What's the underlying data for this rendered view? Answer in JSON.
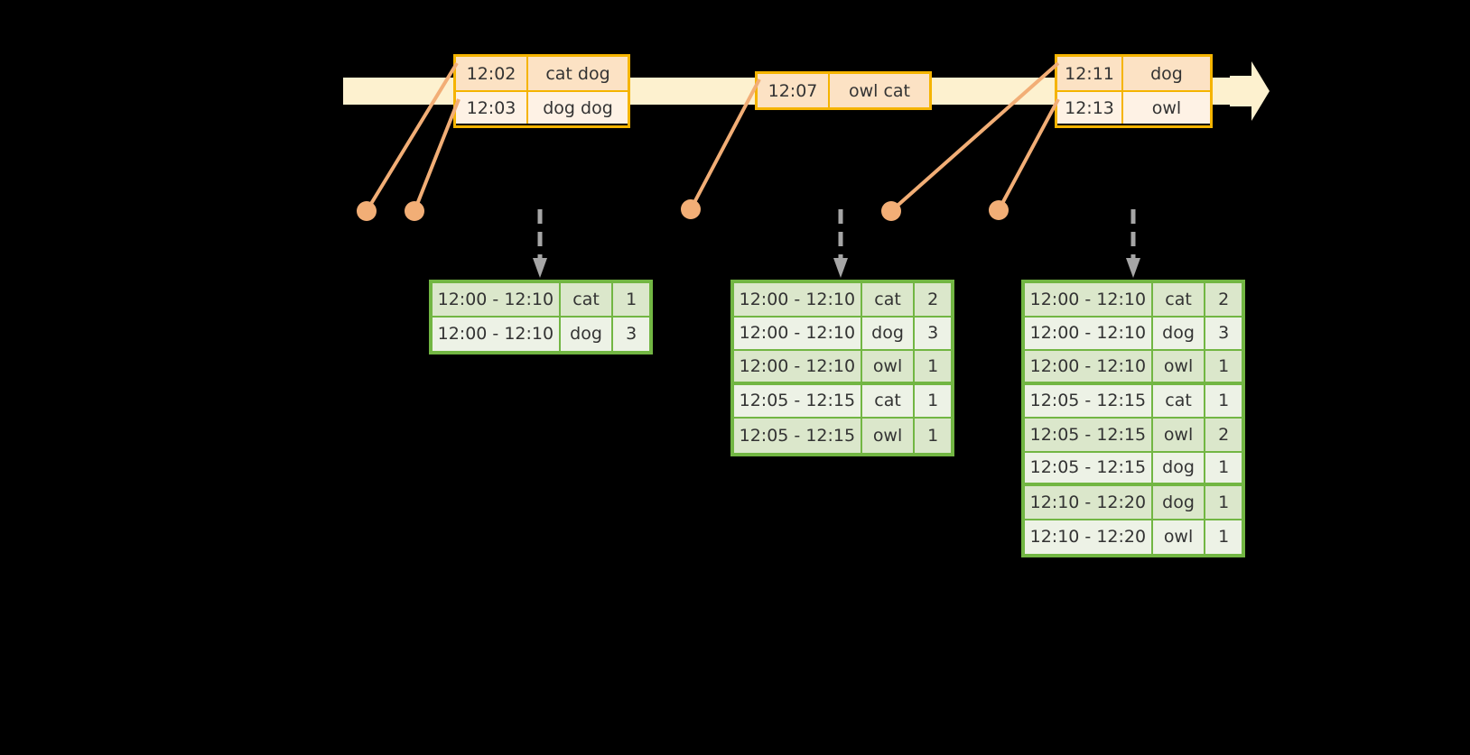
{
  "colors": {
    "background": "#000000",
    "timeline_fill": "#FDF1CF",
    "event_border": "#F5B400",
    "event_fill_dark": "#FCE2C4",
    "event_fill_light": "#FEF2E5",
    "connector": "#F2AE76",
    "table_border": "#72B643",
    "table_fill_dark": "#DBE7CB",
    "table_fill_light": "#EDF2E6",
    "arrow_gray": "#A6A6A6"
  },
  "timeline": {
    "name": "event-stream-timeline",
    "events": [
      {
        "group": 1,
        "rows": [
          {
            "time": "12:02",
            "words": "cat dog"
          },
          {
            "time": "12:03",
            "words": "dog dog"
          }
        ]
      },
      {
        "group": 2,
        "rows": [
          {
            "time": "12:07",
            "words": "owl cat"
          }
        ]
      },
      {
        "group": 3,
        "rows": [
          {
            "time": "12:11",
            "words": "dog"
          },
          {
            "time": "12:13",
            "words": "owl"
          }
        ]
      }
    ]
  },
  "results": [
    {
      "id": "result-table-1",
      "rows": [
        {
          "window": "12:00 - 12:10",
          "key": "cat",
          "count": "1"
        },
        {
          "window": "12:00 - 12:10",
          "key": "dog",
          "count": "3"
        }
      ]
    },
    {
      "id": "result-table-2",
      "rows": [
        {
          "window": "12:00 - 12:10",
          "key": "cat",
          "count": "2"
        },
        {
          "window": "12:00 - 12:10",
          "key": "dog",
          "count": "3"
        },
        {
          "window": "12:00 - 12:10",
          "key": "owl",
          "count": "1"
        },
        {
          "window": "12:05 - 12:15",
          "key": "cat",
          "count": "1"
        },
        {
          "window": "12:05 - 12:15",
          "key": "owl",
          "count": "1"
        }
      ]
    },
    {
      "id": "result-table-3",
      "rows": [
        {
          "window": "12:00 - 12:10",
          "key": "cat",
          "count": "2"
        },
        {
          "window": "12:00 - 12:10",
          "key": "dog",
          "count": "3"
        },
        {
          "window": "12:00 - 12:10",
          "key": "owl",
          "count": "1"
        },
        {
          "window": "12:05 - 12:15",
          "key": "cat",
          "count": "1"
        },
        {
          "window": "12:05 - 12:15",
          "key": "owl",
          "count": "2"
        },
        {
          "window": "12:05 - 12:15",
          "key": "dog",
          "count": "1"
        },
        {
          "window": "12:10 - 12:20",
          "key": "dog",
          "count": "1"
        },
        {
          "window": "12:10 - 12:20",
          "key": "owl",
          "count": "1"
        }
      ]
    }
  ]
}
